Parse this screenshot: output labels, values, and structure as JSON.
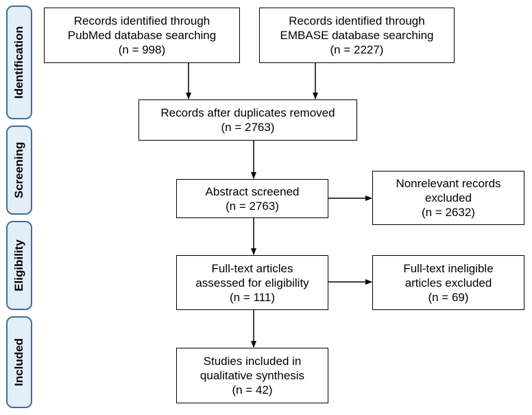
{
  "phases": {
    "identification": "Identification",
    "screening": "Screening",
    "eligibility": "Eligibility",
    "included": "Included"
  },
  "boxes": {
    "pubmed": {
      "line1": "Records identified through",
      "line2": "PubMed database searching",
      "line3": "(n = 998)"
    },
    "embase": {
      "line1": "Records identified through",
      "line2": "EMBASE database searching",
      "line3": "(n = 2227)"
    },
    "duplicates": {
      "line1": "Records after duplicates removed",
      "line2": "(n = 2763)"
    },
    "abstract": {
      "line1": "Abstract screened",
      "line2": "(n = 2763)"
    },
    "nonrelevant": {
      "line1": "Nonrelevant records",
      "line2": "excluded",
      "line3": "(n = 2632)"
    },
    "fulltext": {
      "line1": "Full-text articles",
      "line2": "assessed for eligibility",
      "line3": "(n = 111)"
    },
    "ineligible": {
      "line1": "Full-text ineligible",
      "line2": "articles excluded",
      "line3": "(n = 69)"
    },
    "included": {
      "line1": "Studies included in",
      "line2": "qualitative synthesis",
      "line3": "(n = 42)"
    }
  },
  "colors": {
    "phase_fill": "#e3eef8",
    "phase_border": "#3c6e9e",
    "line": "#000000"
  }
}
